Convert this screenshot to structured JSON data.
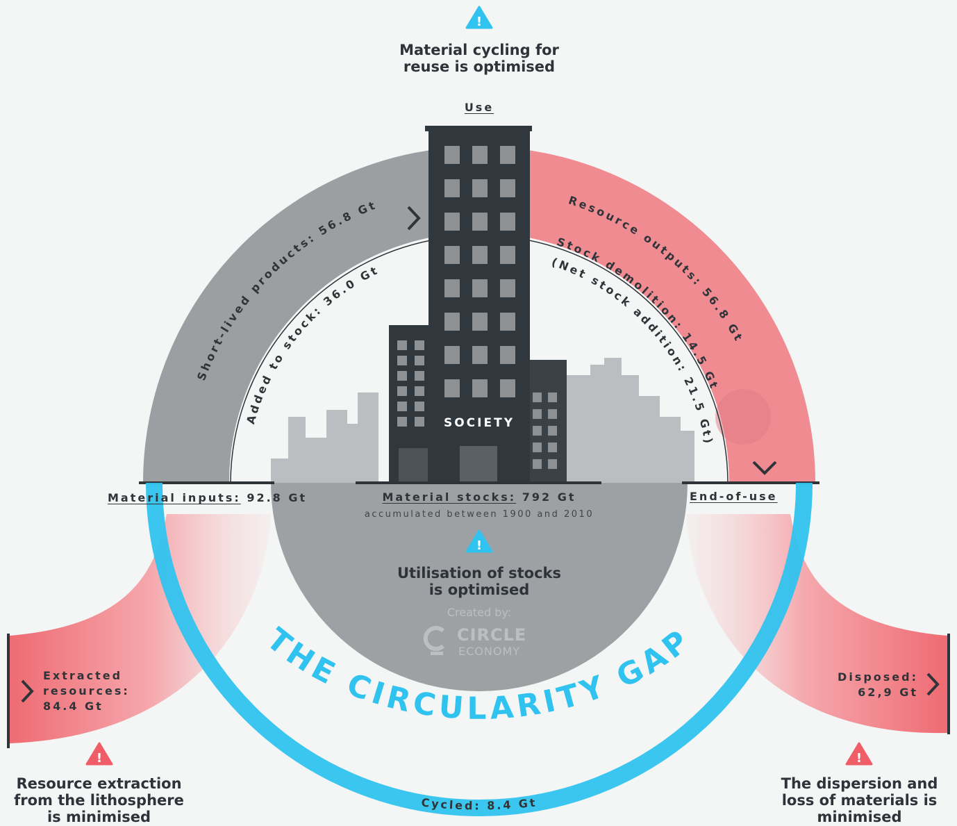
{
  "goals": {
    "top": "Material cycling for\nreuse is optimised",
    "middle": "Utilisation of stocks\nis optimised",
    "left": "Resource extraction\nfrom the lithosphere\nis minimised",
    "right": "The dispersion and\nloss of materials is\nminimised"
  },
  "stages": {
    "use": "Use",
    "material_inputs_label": "Material inputs:",
    "material_inputs_value": "92.8 Gt",
    "material_stocks_label": "Material stocks:",
    "material_stocks_value": "792 Gt",
    "material_stocks_note": "accumulated between 1900 and 2010",
    "end_of_use": "End-of-use",
    "society": "SOCIETY"
  },
  "flows": {
    "short_lived": "Short-lived products: 56.8 Gt",
    "added_to_stock": "Added to stock: 36.0 Gt",
    "resource_outputs": "Resource outputs: 56.8 Gt",
    "stock_demolition": "Stock demolition: 14.5 Gt",
    "net_stock_addition": "(Net stock addition: 21.5 Gt)",
    "extracted_line1": "Extracted",
    "extracted_line2": "resources:",
    "extracted_line3": "84.4 Gt",
    "disposed_line1": "Disposed:",
    "disposed_line2": "62,9 Gt",
    "cycled": "Cycled: 8.4 Gt"
  },
  "title": "THE CIRCULARITY GAP",
  "credit": {
    "created_by": "Created by:",
    "brand_line1": "CIRCLE",
    "brand_line2": "ECONOMY"
  },
  "colors": {
    "grey_arc": "#9c9fa1",
    "red_arc": "#f08b92",
    "blue": "#30c3ef",
    "building": "#30373d",
    "warning_red": "#ef5e67"
  },
  "icons": [
    "warning-icon",
    "chevron-right-icon",
    "chevron-down-icon"
  ]
}
